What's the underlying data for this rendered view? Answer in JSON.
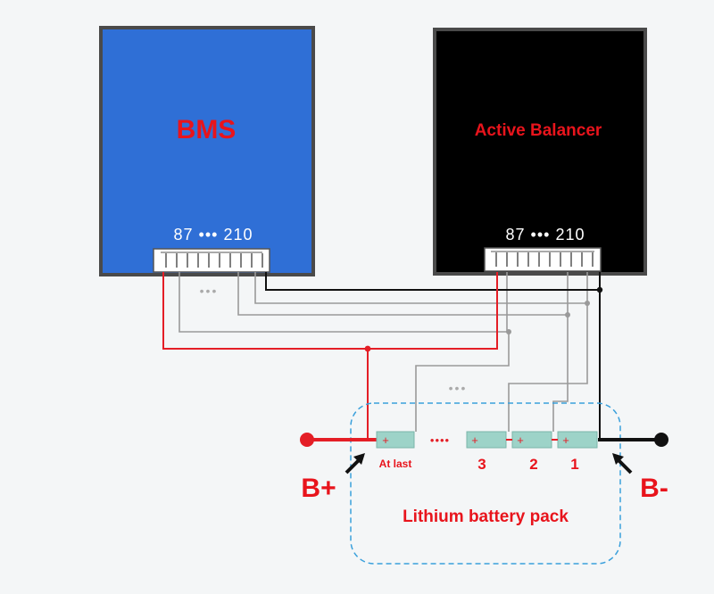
{
  "bms": {
    "label": "BMS",
    "pins": "87 ••• 210",
    "color": "#2f6fd6"
  },
  "balancer": {
    "label": "Active Balancer",
    "pins": "87 ••• 210",
    "color": "#000000"
  },
  "ellipsis": "•••",
  "pack": {
    "label": "Lithium battery pack",
    "cells": [
      {
        "label": "At last",
        "sign": "+"
      },
      {
        "label": "3",
        "sign": "+"
      },
      {
        "label": "2",
        "sign": "+"
      },
      {
        "label": "1",
        "sign": "+"
      }
    ],
    "dots": "••••"
  },
  "terminals": {
    "positive": "B+",
    "negative": "B-"
  },
  "colors": {
    "label_red": "#e8141c",
    "wire_red": "#e41e26",
    "wire_gray": "#9a9a9a",
    "cell": "#9dd3c8",
    "pack_border": "#3aa0dc"
  }
}
